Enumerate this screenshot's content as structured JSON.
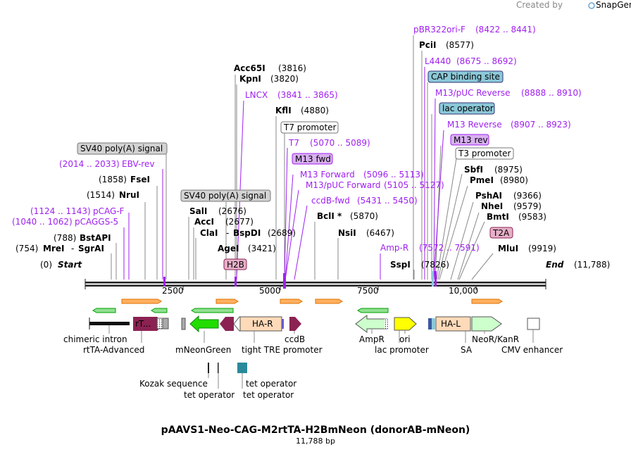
{
  "header": {
    "created_by": "Created by",
    "brand": "SnapGene"
  },
  "plasmid": {
    "name": "pAAVS1-Neo-CAG-M2rtTA-H2BmNeon (donorAB-mNeon)",
    "length_label": "11,788 bp"
  },
  "ruler": {
    "start_label": "Start",
    "start_pos": "(0)",
    "end_label": "End",
    "end_pos": "(11,788)",
    "ticks": [
      "2500",
      "5000",
      "7500",
      "10,000"
    ]
  },
  "sites": {
    "acc65i": "Acc65I",
    "acc65i_pos": "(3816)",
    "kpni": "KpnI",
    "kpni_pos": "(3820)",
    "lncx": "LNCX",
    "lncx_pos": "(3841 .. 3865)",
    "kfli": "KflI",
    "kfli_pos": "(4880)",
    "t7_promoter": "T7 promoter",
    "t7": "T7",
    "t7_pos": "(5070 .. 5089)",
    "m13_fwd": "M13 fwd",
    "m13_forward": "M13 Forward",
    "m13_forward_pos": "(5096 .. 5113)",
    "m13puc_forward": "M13/pUC Forward",
    "m13puc_forward_pos": "(5105 .. 5127)",
    "ccdb_fwd": "ccdB-fwd",
    "ccdb_fwd_pos": "(5431 .. 5450)",
    "bcli": "BclI *",
    "bcli_pos": "(5870)",
    "nsii": "NsiI",
    "nsii_pos": "(6467)",
    "sv40_1": "SV40 poly(A) signal",
    "ebv_rev": "EBV-rev",
    "ebv_rev_pos": "(2014 .. 2033)",
    "fsei": "FseI",
    "fsei_pos": "(1858)",
    "nrui": "NruI",
    "nrui_pos": "(1514)",
    "sv40_2": "SV40 poly(A) signal",
    "pcag_f": "pCAG-F",
    "pcag_f_pos": "(1124 .. 1143)",
    "pcaggs5": "pCAGGS-5",
    "pcaggs5_pos": "(1040 .. 1062)",
    "sali": "SalI",
    "sali_pos": "(2676)",
    "acci": "AccI",
    "acci_pos": "(2677)",
    "clai": "ClaI",
    "bspdi": "BspDI",
    "clai_pos": "(2689)",
    "bstapi": "BstAPI",
    "bstapi_pos": "(788)",
    "mrei": "MreI",
    "sgrai": "SgrAI",
    "mrei_pos": "(754)",
    "agei": "AgeI",
    "agei_pos": "(3421)",
    "h2b": "H2B",
    "amp_r": "Amp-R",
    "amp_r_pos": "(7572 .. 7591)",
    "sspi": "SspI",
    "sspi_pos": "(7826)",
    "pbr322": "pBR322ori-F",
    "pbr322_pos": "(8422 .. 8441)",
    "pcii": "PciI",
    "pcii_pos": "(8577)",
    "l4440": "L4440",
    "l4440_pos": "(8675 .. 8692)",
    "cap": "CAP binding site",
    "m13puc_rev": "M13/pUC Reverse",
    "m13puc_rev_pos": "(8888 .. 8910)",
    "lac_operator": "lac operator",
    "m13_reverse": "M13 Reverse",
    "m13_reverse_pos": "(8907 .. 8923)",
    "m13_rev": "M13 rev",
    "t3_promoter": "T3 promoter",
    "sbfi": "SbfI",
    "sbfi_pos": "(8975)",
    "pmei": "PmeI",
    "pmei_pos": "(8980)",
    "pshai": "PshAI",
    "pshai_pos": "(9366)",
    "nhei": "NheI",
    "nhei_pos": "(9579)",
    "bmti": "BmtI",
    "bmti_pos": "(9583)",
    "t2a": "T2A",
    "mlui": "MluI",
    "mlui_pos": "(9919)"
  },
  "features": {
    "rt_label": "rT...",
    "ha_r": "HA-R",
    "ha_l": "HA-L",
    "chimeric_intron": "chimeric intron",
    "rtta_advanced": "rtTA-Advanced",
    "mneongreen": "mNeonGreen",
    "tight_tre": "tight TRE promoter",
    "ccdb": "ccdB",
    "ampr": "AmpR",
    "ori": "ori",
    "lac_promoter": "lac promoter",
    "sa": "SA",
    "neor": "NeoR/KanR",
    "cmv": "CMV enhancer",
    "kozak": "Kozak sequence",
    "tet_operator_1": "tet operator",
    "tet_operator_2": "tet operator",
    "tet_operator_3": "tet operator"
  },
  "colors": {
    "primer": "#a020f0",
    "mneongreen": "#22dd00",
    "maroon": "#8b2252",
    "ha": "#ffdab9",
    "amp": "#ccffcc",
    "ori": "#ffff00",
    "cap": "#8bc8d8",
    "orf": "#ffa500"
  }
}
